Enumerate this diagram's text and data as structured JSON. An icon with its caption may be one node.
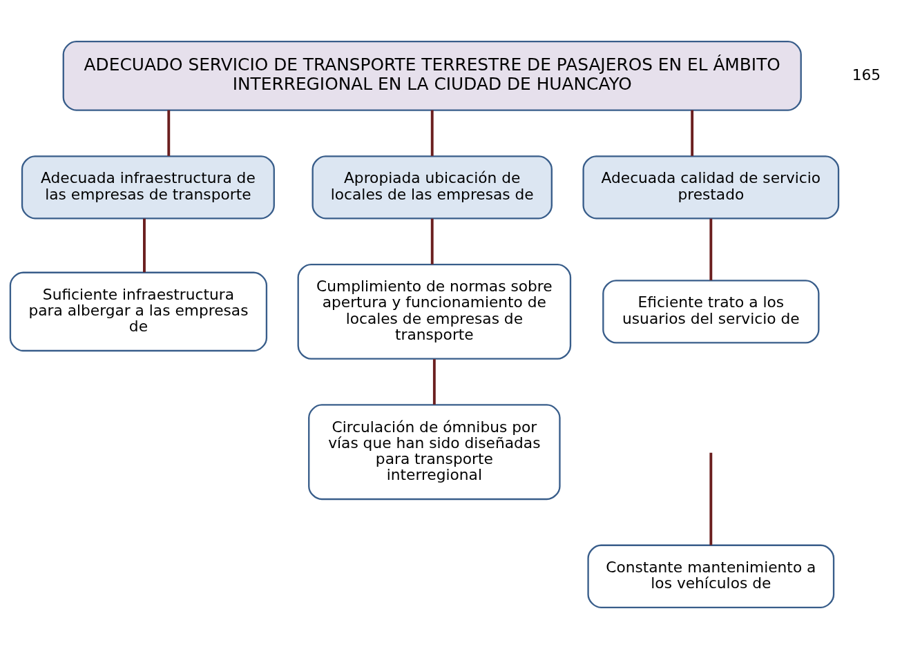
{
  "diagram": {
    "nodes": [
      {
        "text": [
          "ADECUADO SERVICIO DE TRANSPORTE TERRESTRE DE PASAJEROS EN EL ÁMBITO INTERREGIONAL EN LA CIUDAD DE HUANCAYO"
        ]
      },
      {
        "text": [
          "Adecuada infraestructura de las empresas de transporte"
        ]
      },
      {
        "text": [
          "Apropiada ubicación de locales de las empresas de"
        ]
      },
      {
        "text": [
          "Adecuada calidad de servicio prestado"
        ]
      },
      {
        "text": [
          "Suficiente infraestructura para albergar a las empresas de"
        ]
      },
      {
        "text": [
          "Cumplimiento de normas sobre apertura y funcionamiento de locales de empresas de transporte"
        ]
      },
      {
        "text": [
          "Circulación de ómnibus por vías que han sido diseñadas para transporte interregional"
        ]
      },
      {
        "text": [
          "Eficiente trato a los usuarios del servicio de"
        ]
      },
      {
        "text": [
          "Constante mantenimiento a los vehículos de"
        ]
      }
    ],
    "edges": [
      {
        "from": 0,
        "to": 1,
        "arrow": "none"
      },
      {
        "from": 0,
        "to": 2,
        "arrow": "none"
      },
      {
        "from": 0,
        "to": 3,
        "arrow": "none"
      },
      {
        "from": 1,
        "to": 4,
        "arrow": "none"
      },
      {
        "from": 2,
        "to": 5,
        "arrow": "none"
      },
      {
        "from": 5,
        "to": 6,
        "arrow": "none"
      },
      {
        "from": 3,
        "to": 7,
        "arrow": "none"
      },
      {
        "from": null,
        "to": 8,
        "arrow": "none"
      }
    ],
    "labels": [
      "165"
    ]
  }
}
